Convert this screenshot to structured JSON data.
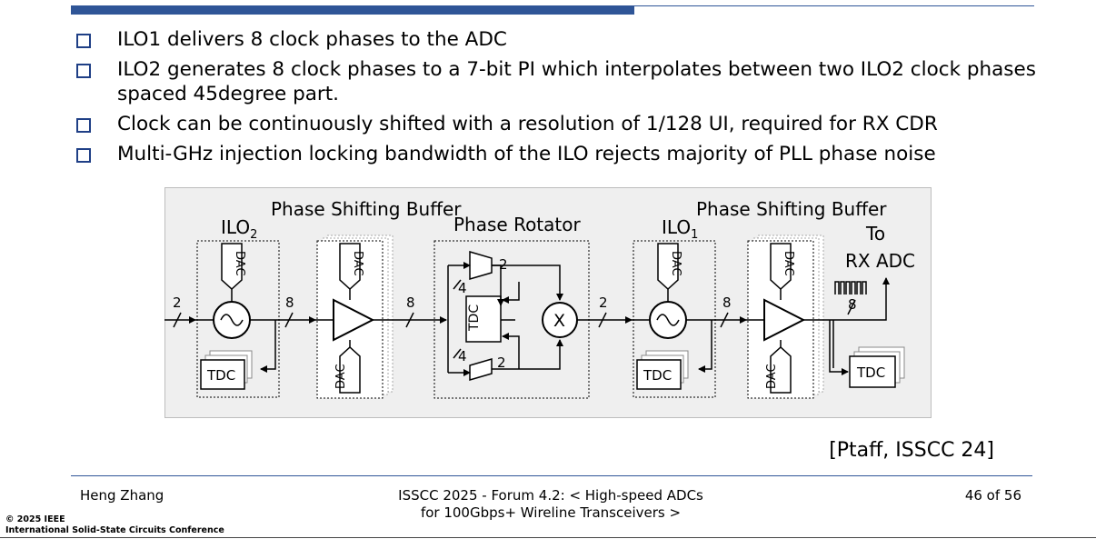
{
  "bullets": [
    "ILO1 delivers 8 clock phases to the ADC",
    "ILO2 generates 8 clock phases to a 7-bit PI which interpolates between two ILO2 clock phases spaced 45degree part.",
    "Clock can be continuously shifted with a resolution of 1/128 UI, required for RX CDR",
    "Multi-GHz injection locking bandwidth of the ILO rejects majority of PLL phase noise"
  ],
  "diagram": {
    "label_psb1": "Phase Shifting Buffer",
    "label_ilo2_main": "ILO",
    "label_ilo2_sub": "2",
    "label_phase_rotator": "Phase Rotator",
    "label_ilo1_main": "ILO",
    "label_ilo1_sub": "1",
    "label_psb2": "Phase Shifting Buffer",
    "label_to": "To",
    "label_rx_adc": "RX ADC",
    "dac": "DAC",
    "tdc": "TDC",
    "mixer": "X",
    "bus_in": "2",
    "bus_ilo2_out": "8",
    "bus_psb1_out": "8",
    "bus_pr_top": "4",
    "bus_pr_bot": "4",
    "bus_pi_top": "2",
    "bus_pi_bot": "2",
    "bus_pr_out": "2",
    "bus_ilo1_out": "8",
    "bus_psb2_out": "8"
  },
  "citation": "[Ptaff, ISSCC 24]",
  "footer": {
    "author": "Heng Zhang",
    "event_line1": "ISSCC 2025 - Forum 4.2: < High-speed ADCs",
    "event_line2": "for 100Gbps+ Wireline Transceivers >",
    "page": "46 of 56",
    "copyright_line1": "© 2025 IEEE",
    "copyright_line2": "International Solid-State Circuits Conference"
  },
  "colors": {
    "accent": "#2f5597",
    "diagram_bg": "#efefef"
  }
}
